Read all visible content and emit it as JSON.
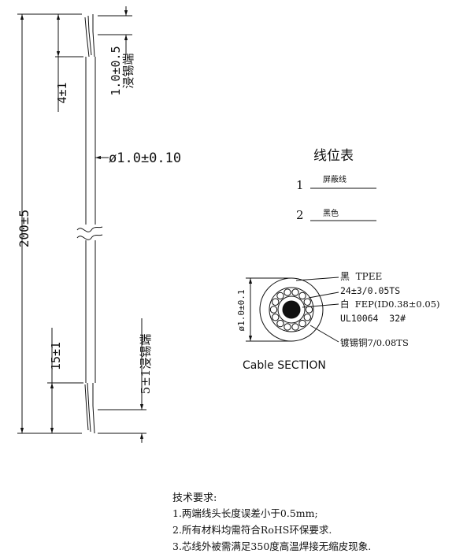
{
  "cable_drawing": {
    "total_length": "200±5",
    "top_strip": "4±1",
    "bottom_strip": "15±1",
    "diameter": "ø1.0±0.10",
    "top_tin_length": "1.0±0.5",
    "top_tin_label": "浸锡端",
    "bottom_tin": "5±1浸锡端"
  },
  "wire_table": {
    "title": "线位表",
    "rows": [
      {
        "num": "1",
        "name": "屏蔽线"
      },
      {
        "num": "2",
        "name": "黑色"
      }
    ]
  },
  "section": {
    "diameter": "ø1.0±0.1",
    "callout_jacket": "黑  TPEE",
    "callout_shield": "24±3/0.05TS",
    "callout_insulation": "白  FEP(ID0.38±0.05)",
    "callout_spec": "UL10064  32#",
    "callout_conductor": "镀锡铜7/0.08TS",
    "caption": "Cable SECTION"
  },
  "requirements": {
    "title": "技术要求:",
    "items": [
      "1.两端线头长度误差小于0.5mm;",
      "2.所有材料均需符合RoHS环保要求.",
      "3.芯线外被需满足350度高温焊接无缩皮现象."
    ]
  }
}
